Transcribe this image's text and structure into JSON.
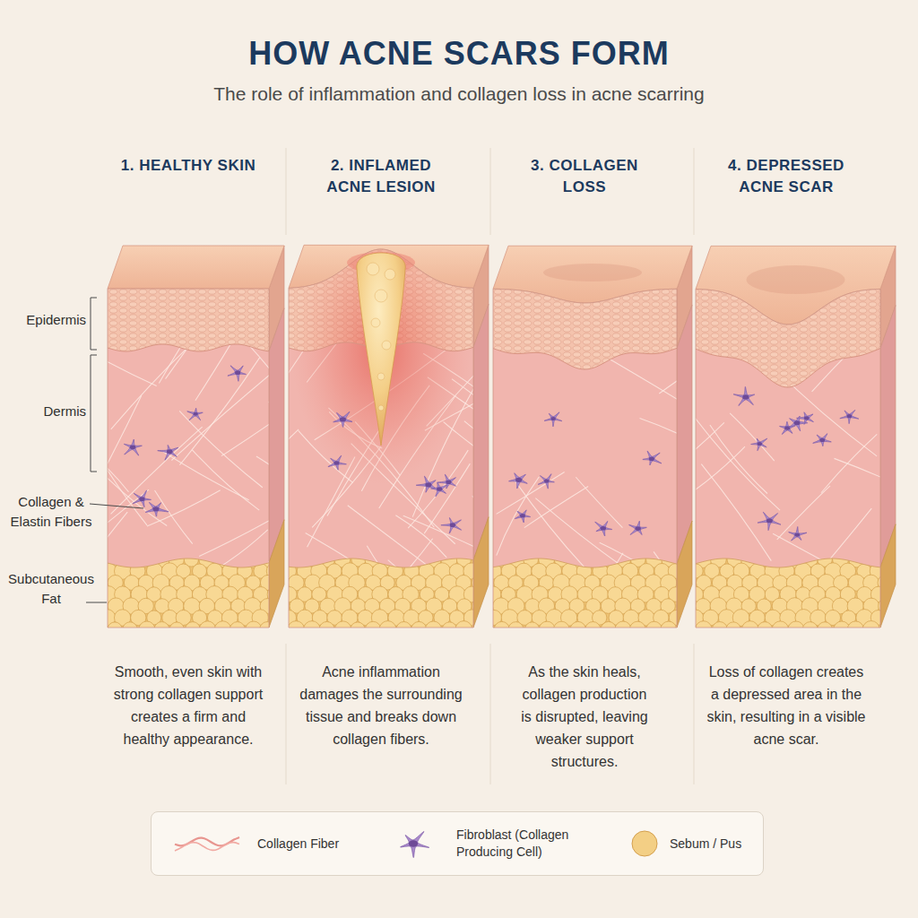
{
  "diagram": {
    "title": "HOW ACNE SCARS FORM",
    "caption": "The role of inflammation and collagen loss in acne scarring",
    "nodes": [
      {
        "text": [
          "1. HEALTHY SKIN",
          "Smooth, even skin with strong collagen support creates a firm and healthy appearance."
        ]
      },
      {
        "text": [
          "2. INFLAMED ACNE LESION",
          "Acne inflammation damages the surrounding tissue and breaks down collagen fibers."
        ]
      },
      {
        "text": [
          "3. COLLAGEN LOSS",
          "As the skin heals, collagen production is disrupted, leaving weaker support structures."
        ]
      },
      {
        "text": [
          "4. DEPRESSED ACNE SCAR",
          "Loss of collagen creates a depressed area in the skin, resulting in a visible acne scar."
        ]
      }
    ],
    "labels": [
      "Epidermis",
      "Dermis",
      "Collagen & Elastin Fibers",
      "Subcutaneous Fat"
    ],
    "legend": [
      {
        "text": "Collagen Fiber"
      },
      {
        "text": "Fibroblast (Collagen Producing Cell)"
      },
      {
        "text": "Sebum / Pus",
        "color": "#f3cf85"
      }
    ]
  }
}
